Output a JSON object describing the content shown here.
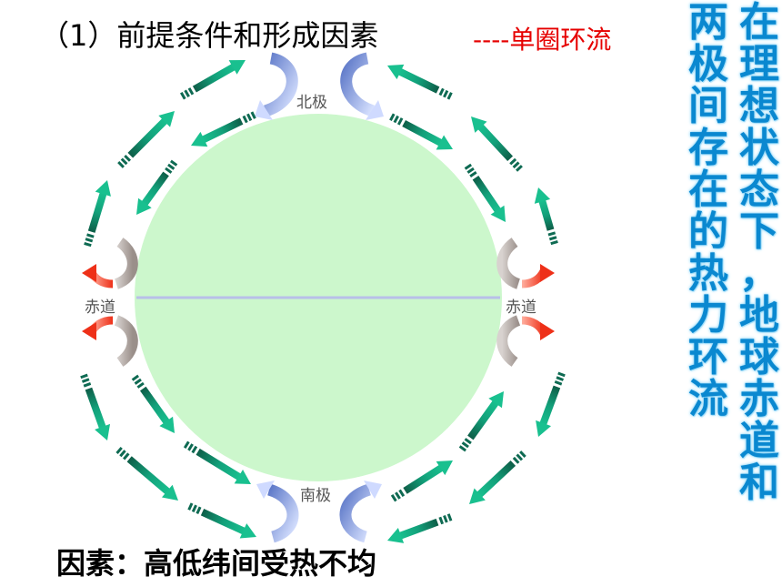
{
  "heading": "（1）前提条件和形成因素",
  "heading_sub": "----单圈环流",
  "labels": {
    "north_pole": "北极",
    "south_pole": "南极",
    "equator_left": "赤道",
    "equator_right": "赤道"
  },
  "factor_text": "因素：高低纬间受热不均",
  "side_text": {
    "column_right": "在理想状态下，地球赤道和",
    "column_left": "两极间存在的热力环流"
  },
  "colors": {
    "earth_fill": "#ccf7cc",
    "equator_line": "#b8bfe8",
    "arrow_green": "#13a880",
    "arrow_dark": "#0e6a52",
    "heading_accent": "#e60000",
    "side_text": "#0a88d0"
  }
}
